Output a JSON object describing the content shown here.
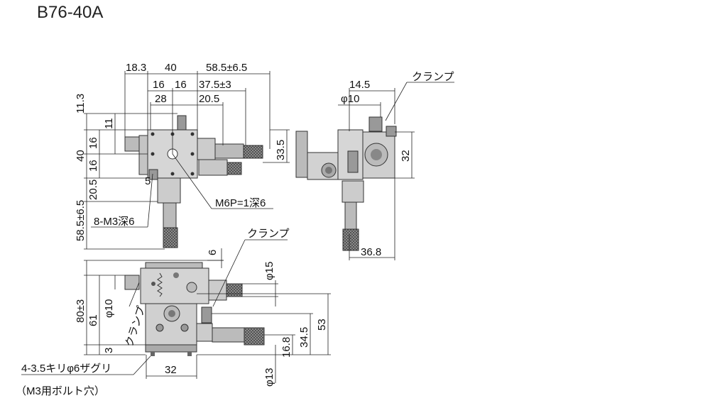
{
  "model": "B76-40A",
  "top_view": {
    "dims": {
      "d18_3": "18.3",
      "d40_top": "40",
      "d58_5": "58.5±6.5",
      "d16a": "16",
      "d16b": "16",
      "d37_5": "37.5±3",
      "d28": "28",
      "d20_5_top": "20.5",
      "d11_3": "11.3",
      "d11": "11",
      "d40_left": "40",
      "d16_l1": "16",
      "d16_l2": "16",
      "d33_5": "33.5",
      "d20_5_left": "20.5",
      "d58_5_left": "58.5±6.5",
      "d5": "5"
    },
    "callouts": {
      "m6p": "M6P=1深6",
      "m3": "8-M3深6"
    }
  },
  "side_view": {
    "dims": {
      "d14_5": "14.5",
      "phi10": "φ10",
      "d32": "32",
      "d36_8": "36.8"
    },
    "callouts": {
      "clamp": "クランプ"
    }
  },
  "front_view": {
    "dims": {
      "d6": "6",
      "phi15": "φ15",
      "d80": "80±3",
      "d61": "61",
      "phi10": "φ10",
      "d3": "3",
      "d32": "32",
      "d53": "53",
      "d34_5": "34.5",
      "d16_8": "16.8",
      "phi13": "φ13"
    },
    "callouts": {
      "clamp_top": "クランプ",
      "clamp_left": "クランプ",
      "holes": "4-3.5キリφ6ザグリ",
      "holes_note": "（M3用ボルト穴）"
    }
  },
  "colors": {
    "body": "#d9d9d9",
    "dark": "#555555",
    "knurl": "#444444",
    "line": "#222222"
  }
}
